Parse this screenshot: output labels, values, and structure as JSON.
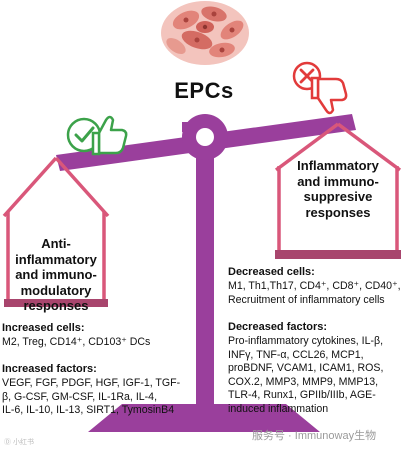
{
  "title": "EPCs",
  "left": {
    "label_lines": [
      "Anti-inflammatory",
      "and immuno-",
      "modulatory",
      "responses"
    ],
    "increased_cells_heading": "Increased cells:",
    "increased_cells_text": "M2, Treg, CD14⁺, CD103⁺ DCs",
    "increased_factors_heading": "Increased factors:",
    "increased_factors_lines": [
      "VEGF, FGF, PDGF, HGF, IGF-1, TGF-",
      "β, G-CSF, GM-CSF, IL-1Ra, IL-4,",
      "IL-6, IL-10, IL-13, SIRT1, TymosinB4"
    ]
  },
  "right": {
    "label_lines": [
      "Inflammatory",
      "and immuno-",
      "suppresive",
      "responses"
    ],
    "decreased_cells_heading": "Decreased cells:",
    "decreased_cells_lines": [
      "M1, Th1,Th17, CD4⁺, CD8⁺, CD40⁺,",
      "Recruitment of inflammatory cells"
    ],
    "decreased_factors_heading": "Decreased factors:",
    "decreased_factors_lines": [
      "Pro-inflammatory cytokines, IL-β,",
      "INFγ, TNF-α, CCL26, MCP1,",
      "proBDNF, VCAM1, ICAM1, ROS,",
      "COX.2, MMP3, MMP9, MMP13,",
      "TLR-4, Runx1, GPIIb/IIIb, AGE-",
      "induced inflammation"
    ]
  },
  "watermark": {
    "left_text": "Ⓓ 小红书",
    "right_text": "服务号 · Immunoway生物"
  },
  "colors": {
    "scale_purple": "#9a3f9c",
    "scale_purple_dark": "#6e2a70",
    "house_pink": "#d9577a",
    "house_base": "#a8456d",
    "check_green": "#3ca24a",
    "cross_red": "#e23b3b",
    "cell_pink": "#e2847a"
  },
  "icons": {
    "cells": "cells-illustration-icon",
    "thumbs_up": "thumbs-up-check-icon",
    "thumbs_down": "thumbs-down-cross-icon"
  }
}
